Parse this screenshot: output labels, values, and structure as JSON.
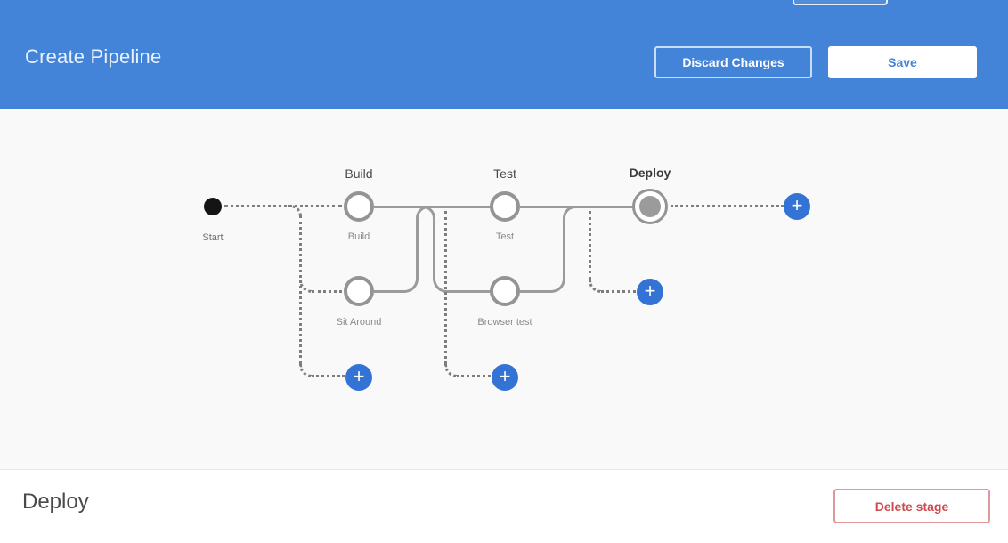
{
  "header": {
    "title": "Create Pipeline",
    "discard_button": "Discard Changes",
    "save_button": "Save"
  },
  "graph": {
    "start_label": "Start",
    "add_icon": "+",
    "stages": [
      {
        "title": "Build",
        "step_label": "Build"
      },
      {
        "title": "Test",
        "step_label": "Test"
      },
      {
        "title": "Deploy",
        "step_label": "",
        "selected": true
      }
    ],
    "parallels": [
      {
        "label": "Sit Around"
      },
      {
        "label": "Browser test"
      }
    ]
  },
  "detail": {
    "title": "Deploy",
    "delete_button": "Delete stage"
  },
  "colors": {
    "header_blue": "#4484d8",
    "accent_blue": "#3473d6",
    "line_gray": "#9b9b9b",
    "dotted_gray": "#7d7d7d",
    "danger_red": "#ce4a51",
    "canvas_gray": "#f9f9f9"
  }
}
